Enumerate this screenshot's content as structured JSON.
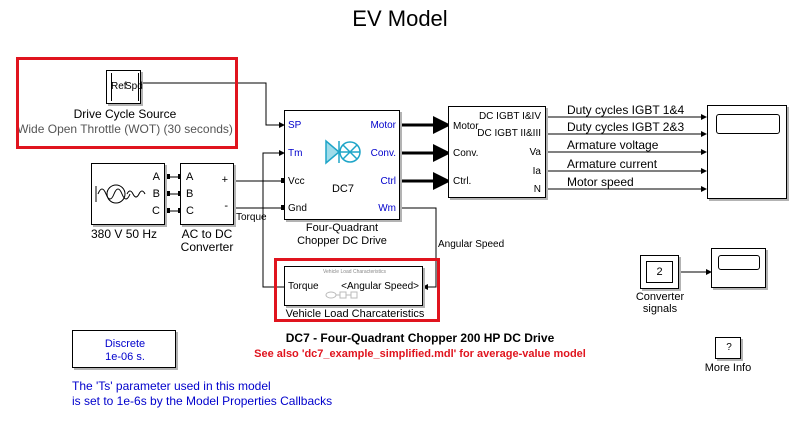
{
  "title": "EV Model",
  "drive_cycle": {
    "icon_text_left": "Ref",
    "icon_text_right": "Spd",
    "label": "Drive Cycle Source",
    "sublabel": "Wide Open Throttle (WOT) (30  seconds)"
  },
  "ac_source": {
    "ports": [
      "A",
      "B",
      "C"
    ],
    "label": "380 V  50 Hz"
  },
  "converter": {
    "in_ports": [
      "A",
      "B",
      "C"
    ],
    "out_ports": [
      "+",
      "-"
    ],
    "label_line1": "AC to DC",
    "label_line2": "Converter"
  },
  "drive": {
    "in_ports": [
      "SP",
      "Tm",
      "Vcc",
      "Gnd"
    ],
    "out_ports": [
      "Motor",
      "Conv.",
      "Ctrl",
      "Wm"
    ],
    "center_text": "DC7",
    "label_line1": "Four-Quadrant",
    "label_line2": "Chopper DC Drive"
  },
  "demux": {
    "in_ports": [
      "Motor",
      "Conv.",
      "Ctrl."
    ],
    "out_ports": [
      "DC IGBT I&IV",
      "DC IGBT II&III",
      "Va",
      "Ia",
      "N"
    ]
  },
  "scope_signals": [
    "Duty cycles IGBT 1&4",
    "Duty cycles IGBT 2&3",
    "Armature voltage",
    "Armature current",
    "Motor speed"
  ],
  "wire_labels": {
    "torque": "Torque",
    "angular_speed": "Angular Speed"
  },
  "vehicle_load": {
    "inner_title": "Vehicle Load Characteristics",
    "in_port": "<Angular Speed>",
    "out_port": "Torque",
    "label": "Vehicle Load Charcateristics"
  },
  "converter_signals": {
    "value": "2",
    "label_line1": "Converter",
    "label_line2": "signals"
  },
  "caption": "DC7 - Four-Quadrant Chopper 200 HP DC Drive",
  "see_also": "See also 'dc7_example_simplified.mdl' for average-value model",
  "powergui": {
    "line1": "Discrete",
    "line2": "1e-06 s."
  },
  "more_info": {
    "glyph": "?",
    "label": "More Info"
  },
  "note": {
    "line1": "The 'Ts' parameter used in this model",
    "line2": "is set to 1e-6s  by the Model Properties Callbacks"
  },
  "colors": {
    "highlight": "#e0141e",
    "port_blue": "#0000cc",
    "see_also_red": "#e0141e",
    "motor_icon": "#1fa5c8"
  }
}
